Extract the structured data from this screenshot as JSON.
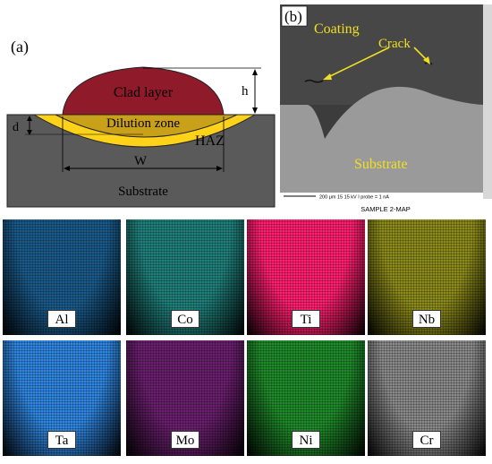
{
  "panel_a": {
    "label": "(a)",
    "clad_layer": "Clad layer",
    "dilution_zone": "Dilution zone",
    "haz": "HAZ",
    "substrate": "Substrate",
    "h": "h",
    "d": "d",
    "w": "W"
  },
  "panel_b": {
    "label": "(b)",
    "coating": "Coating",
    "crack": "Crack",
    "substrate": "Substrate",
    "scalebar_text": "200 μm  15 15 kV  I probe = 1 nA",
    "sample_caption": "SAMPLE 2-MAP"
  },
  "maps": [
    {
      "element": "Al",
      "color": "#1a5a8a"
    },
    {
      "element": "Co",
      "color": "#1f7f7a"
    },
    {
      "element": "Ti",
      "color": "#ff1f6e"
    },
    {
      "element": "Nb",
      "color": "#8c8a1a"
    },
    {
      "element": "Ta",
      "color": "#2f86e0"
    },
    {
      "element": "Mo",
      "color": "#6a1f6e"
    },
    {
      "element": "Ni",
      "color": "#1f8a2a"
    },
    {
      "element": "Cr",
      "color": "#8a8a8a"
    }
  ]
}
